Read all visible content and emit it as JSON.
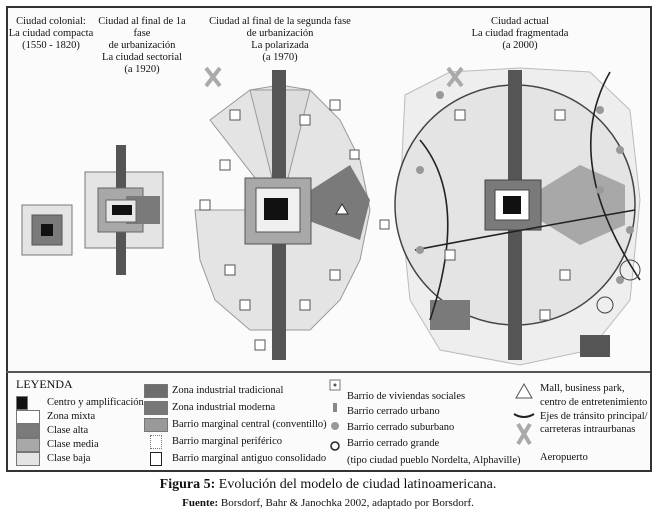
{
  "titles": [
    "Ciudad colonial:\nLa ciudad compacta\n(1550 - 1820)",
    "Ciudad al final de 1a fase\nde urbanización\nLa ciudad sectorial\n(a 1920)",
    "Ciudad al final de la segunda fase\nde urbanización\nLa polarizada\n(a 1970)",
    "Ciudad actual\nLa ciudad fragmentada\n(a 2000)"
  ],
  "legend": {
    "heading": "LEYENDA",
    "col1": [
      "Centro y amplificación",
      "Zona mixta",
      "Clase alta",
      "Clase media",
      "Clase baja"
    ],
    "col2": [
      "Zona industrial tradicional",
      "Zona industrial moderna",
      "Barrio marginal central (conventillo)",
      "Barrio marginal periférico",
      "Barrio marginal antiguo consolidado"
    ],
    "col3": [
      "Barrio de viviendas sociales",
      "Barrio cerrado urbano",
      "Barrio cerrado suburbano",
      "Barrio cerrado grande",
      "(tipo ciudad pueblo Nordelta, Alphaville)"
    ],
    "col4": [
      "Mall, business park,",
      "centro de entretenimiento",
      "Ejes de tránsito principal/",
      "carreteras intraurbanas",
      "Aeropuerto"
    ]
  },
  "caption": {
    "label": "Figura 5:",
    "text": " Evolución del modelo de ciudad latinoamericana."
  },
  "source": {
    "label": "Fuente:",
    "text": " Borsdorf, Bahr & Janochka 2002, adaptado por Borsdorf."
  },
  "colors": {
    "center": "#111111",
    "alta": "#7a7a7a",
    "media": "#a8a8a8",
    "baja": "#e4e4e4",
    "industrial": "#6e6e6e"
  }
}
